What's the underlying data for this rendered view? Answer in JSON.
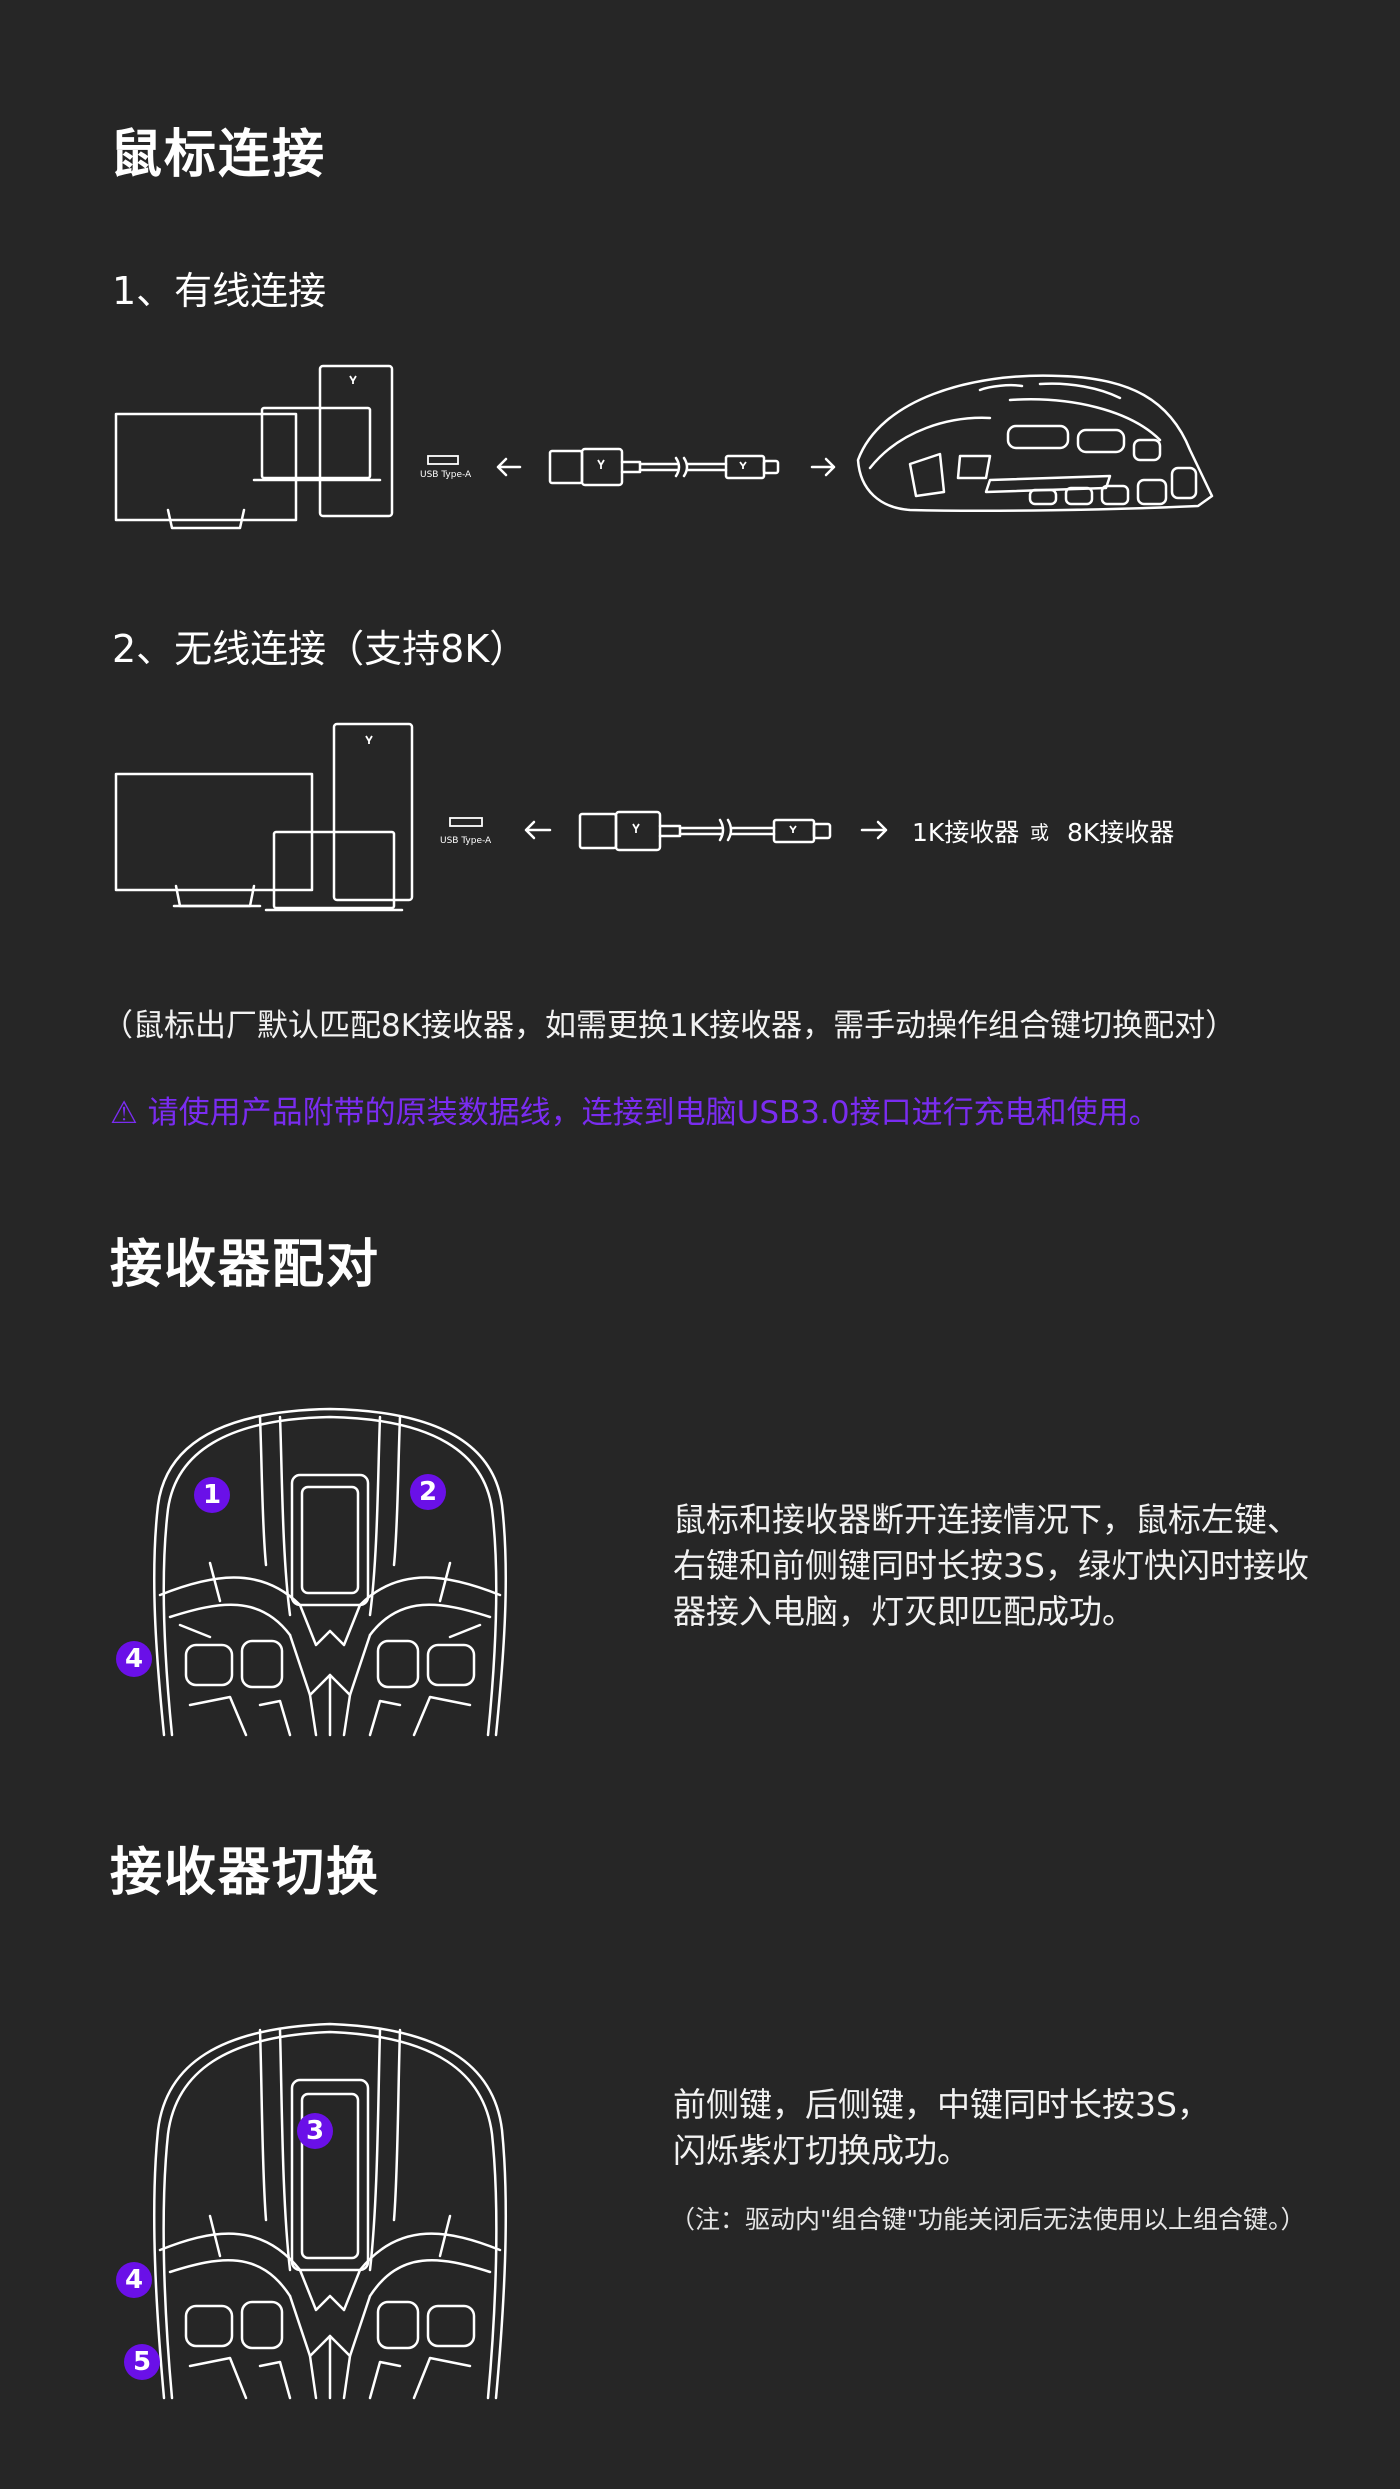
{
  "sections": {
    "connection": {
      "title": "鼠标连接",
      "wired": {
        "heading": "1、有线连接",
        "port_label": "USB Type-A"
      },
      "wireless": {
        "heading": "2、无线连接（支持8K）",
        "port_label": "USB Type-A",
        "receiver_1k": "1K接收器",
        "or": "或",
        "receiver_8k": "8K接收器"
      },
      "note": "（鼠标出厂默认匹配8K接收器，如需更换1K接收器，需手动操作组合键切换配对）",
      "warning_icon": "warning-triangle-icon",
      "warning": "⚠ 请使用产品附带的原装数据线，连接到电脑USB3.0接口进行充电和使用。"
    },
    "pairing": {
      "title": "接收器配对",
      "badges": [
        "1",
        "2",
        "4"
      ],
      "description": "鼠标和接收器断开连接情况下，鼠标左键、右键和前侧键同时长按3S，绿灯快闪时接收器接入电脑，灯灭即匹配成功。"
    },
    "switching": {
      "title": "接收器切换",
      "badges": [
        "3",
        "4",
        "5"
      ],
      "description": "前侧键，后侧键，中键同时长按3S，闪烁紫灯切换成功。",
      "footnote": "（注：驱动内\"组合键\"功能关闭后无法使用以上组合键。）"
    }
  },
  "colors": {
    "background": "#262626",
    "accent": "#6a10e8",
    "warning": "#7a2cf0"
  }
}
